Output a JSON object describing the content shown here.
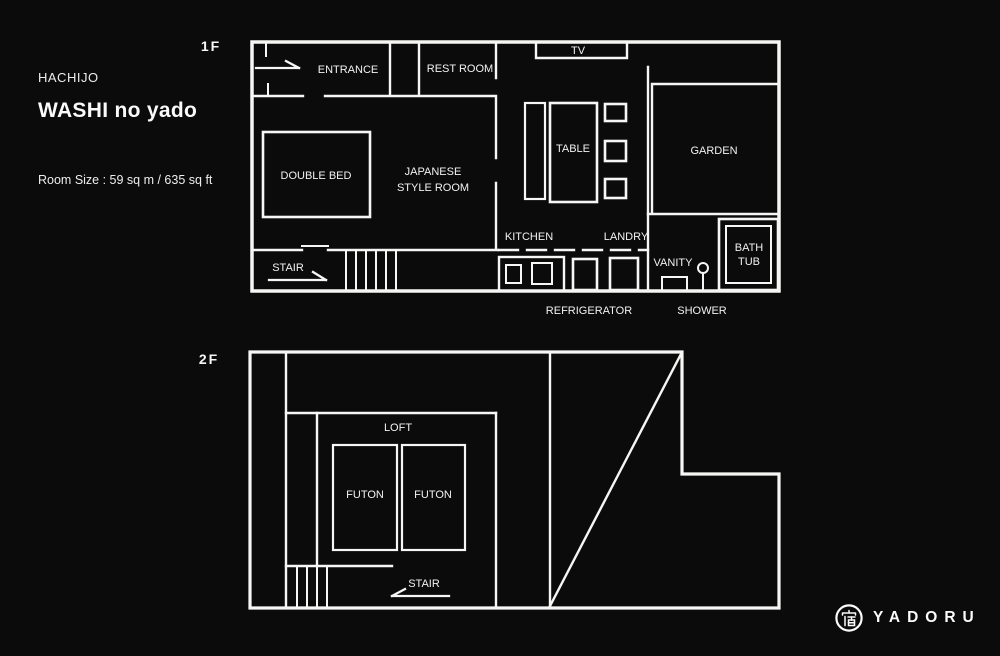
{
  "page": {
    "background_color": "#0b0b0c",
    "line_color": "#f6f6f4",
    "text_color": "#f2f2f2"
  },
  "header": {
    "location": "HACHIJO",
    "title": "WASHI no yado",
    "room_size": "Room Size : 59 sq m  /  635 sq ft"
  },
  "floor1": {
    "floor_label": "1F",
    "rooms": {
      "entrance": "ENTRANCE",
      "rest_room": "REST ROOM",
      "tv": "TV",
      "table": "TABLE",
      "garden": "GARDEN",
      "double_bed": "DOUBLE BED",
      "japanese_room_line1": "JAPANESE",
      "japanese_room_line2": "STYLE ROOM",
      "kitchen": "KITCHEN",
      "landry": "LANDRY",
      "vanity": "VANITY",
      "bath_tub_line1": "BATH",
      "bath_tub_line2": "TUB",
      "stair": "STAIR",
      "refrigerator": "REFRIGERATOR",
      "shower": "SHOWER"
    }
  },
  "floor2": {
    "floor_label": "2F",
    "rooms": {
      "loft": "LOFT",
      "futon_left": "FUTON",
      "futon_right": "FUTON",
      "stair": "STAIR"
    }
  },
  "logo": {
    "text": "YADORU",
    "icon": "yadoru-kanji-circle-icon"
  }
}
